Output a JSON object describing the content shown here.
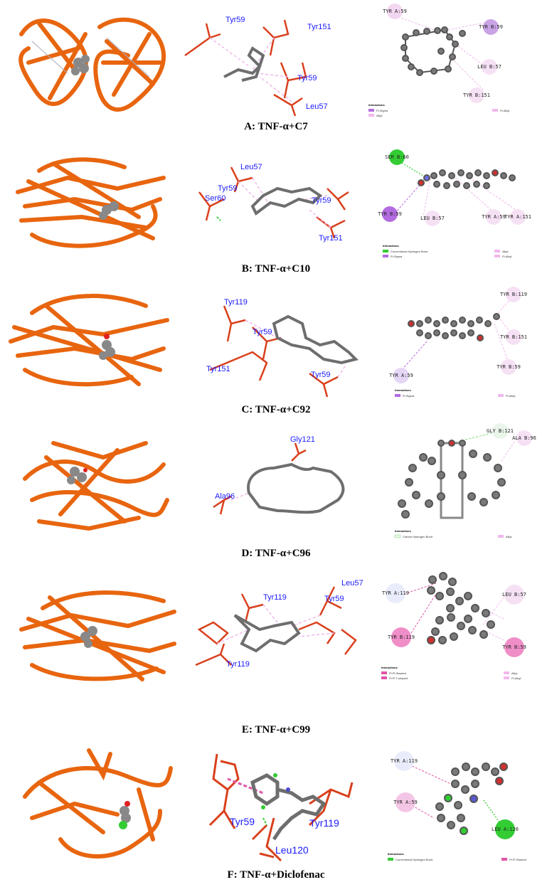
{
  "panels": [
    {
      "caption": "A: TNF-α+C7",
      "site_labels": [
        "Tyr59",
        "Tyr151",
        "Tyr59",
        "Leu57"
      ],
      "residues": [
        "TYR A:59",
        "TYR B:59",
        "LEU B:57",
        "TYR B:151"
      ],
      "legend_title": "Interactions",
      "legend": [
        "Pi-Sigma",
        "Alkyl",
        "Pi-Alkyl"
      ]
    },
    {
      "caption": "B: TNF-α+C10",
      "site_labels": [
        "Leu57",
        "Tyr59",
        "Ser60",
        "Tyr59",
        "Tyr151"
      ],
      "residues": [
        "SER B:60",
        "TYR B:59",
        "LEU B:57",
        "TYR A:59",
        "TYR A:151"
      ],
      "legend_title": "Interactions",
      "legend": [
        "Conventional Hydrogen Bond",
        "Pi-Sigma",
        "Alkyl",
        "Pi-Alkyl"
      ]
    },
    {
      "caption": "C: TNF-α+C92",
      "site_labels": [
        "Tyr119",
        "Tyr59",
        "Tyr151",
        "Tyr59"
      ],
      "residues": [
        "TYR B:119",
        "TYR B:151",
        "TYR B:59",
        "TYR A:59"
      ],
      "legend_title": "Interactions",
      "legend": [
        "Pi-Sigma",
        "Pi-Alkyl"
      ]
    },
    {
      "caption": "D: TNF-α+C96",
      "site_labels": [
        "Gly121",
        "Ala96"
      ],
      "residues": [
        "GLY B:121",
        "ALA B:96"
      ],
      "legend_title": "Interactions",
      "legend": [
        "Carbon Hydrogen Bond",
        "Alkyl"
      ]
    },
    {
      "caption": "E: TNF-α+C99",
      "site_labels": [
        "Tyr119",
        "Leu57",
        "Tyr59",
        "Tyr119"
      ],
      "residues": [
        "LEU B:57",
        "TYR A:119",
        "TYR B:119",
        "TYR B:59"
      ],
      "legend_title": "Interactions",
      "legend": [
        "Pi-Pi Stacked",
        "Pi-Pi T-shaped",
        "Alkyl",
        "Pi-Alkyl"
      ]
    },
    {
      "caption": "F: TNF-α+Diclofenac",
      "site_labels": [
        "Tyr59",
        "Tyr119",
        "Leu120"
      ],
      "residues": [
        "TYR A:119",
        "TYR A:59",
        "LEU A:120"
      ],
      "legend_title": "Interactions",
      "legend": [
        "Conventional Hydrogen Bond",
        "Pi-Pi Stacked"
      ]
    }
  ],
  "colors": {
    "ribbon": "#e8650f",
    "stick": "#d9401c",
    "ligand": "#6e6e6e",
    "label": "#1a1aff",
    "pi_sigma": "#b36be0",
    "alkyl": "#f0b8ec",
    "h_bond": "#33cc33",
    "pi_pi": "#e055a8"
  }
}
